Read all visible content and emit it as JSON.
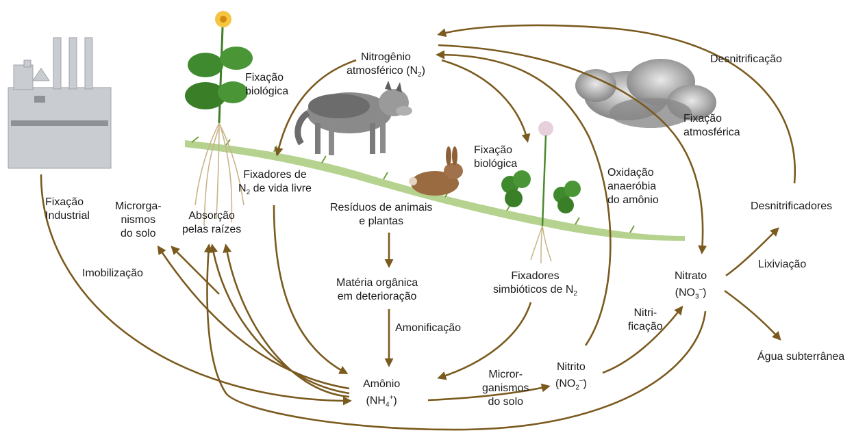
{
  "labels": {
    "atm_n2": [
      "Nitrogênio",
      "atmosférico  (N",
      "2",
      ")"
    ],
    "fix_bio_top": [
      "Fixação",
      "biológica"
    ],
    "desnitrificacao": "Desnitrificação",
    "fix_atm": [
      "Fixação",
      "atmosférica"
    ],
    "fix_vida_livre": [
      "Fixadores de",
      "N",
      "2",
      " de vida livre"
    ],
    "fix_bio_clover": [
      "Fixação",
      "biológica"
    ],
    "oxidacao": [
      "Oxidação",
      "anaeróbia",
      "do amônio"
    ],
    "desnitrificadores": "Desnitrificadores",
    "fix_industrial": [
      "Fixação",
      "Industrial"
    ],
    "microrg_solo": [
      "Microrga-",
      "nismos",
      "do solo"
    ],
    "absorcao": [
      "Absorção",
      "pelas raízes"
    ],
    "residuos": [
      "Resíduos de animais",
      "e plantas"
    ],
    "imobilizacao": "Imobilização",
    "materia": [
      "Matéria orgânica",
      "em deterioração"
    ],
    "simbioticos": [
      "Fixadores",
      "simbióticos de N",
      "2"
    ],
    "nitrato": [
      "Nitrato",
      "(NO",
      "3",
      "–",
      ")"
    ],
    "lixiviacao": "Lixiviação",
    "amonificacao": "Amonificação",
    "nitrificacao": [
      "Nitri-",
      "ficação"
    ],
    "agua": "Água subterrânea",
    "nitrito": [
      "Nitrito",
      "(NO",
      "2",
      "–",
      ")"
    ],
    "amonio": [
      "Amônio",
      "(NH",
      "4",
      "+",
      ")"
    ],
    "microrg_ganismos": [
      "Micror-",
      "ganismos",
      "do solo"
    ]
  },
  "icons": [
    "factory-icon",
    "flower-plant-icon",
    "wolf-icon",
    "rabbit-icon",
    "clover-icon",
    "storm-cloud-icon"
  ],
  "colors": {
    "arrow": "#7a5a1e",
    "ground": "#9cc36a",
    "factory": "#c9ccd0"
  }
}
